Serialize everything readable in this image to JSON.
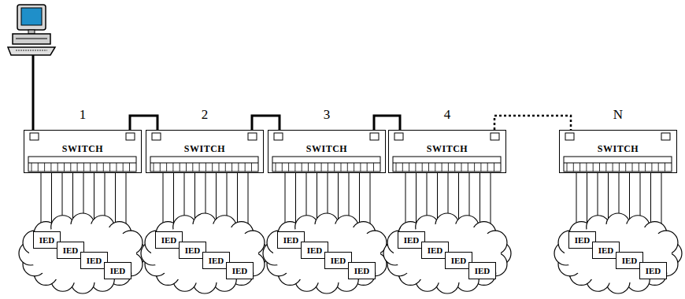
{
  "diagram": {
    "nodes": [
      {
        "text": [
          "1",
          "SWITCH"
        ]
      },
      {
        "text": [
          "2",
          "SWITCH"
        ]
      },
      {
        "text": [
          "3",
          "SWITCH"
        ]
      },
      {
        "text": [
          "4",
          "SWITCH"
        ]
      },
      {
        "text": [
          "N",
          "SWITCH"
        ]
      },
      {
        "text": [
          "IED"
        ]
      },
      {
        "text": [
          "IED"
        ]
      },
      {
        "text": [
          "IED"
        ]
      },
      {
        "text": [
          "IED"
        ]
      },
      {
        "text": [
          "IED"
        ]
      },
      {
        "text": [
          "IED"
        ]
      },
      {
        "text": [
          "IED"
        ]
      },
      {
        "text": [
          "IED"
        ]
      },
      {
        "text": [
          "IED"
        ]
      },
      {
        "text": [
          "IED"
        ]
      },
      {
        "text": [
          "IED"
        ]
      },
      {
        "text": [
          "IED"
        ]
      },
      {
        "text": [
          "IED"
        ]
      },
      {
        "text": [
          "IED"
        ]
      },
      {
        "text": [
          "IED"
        ]
      },
      {
        "text": [
          "IED"
        ]
      },
      {
        "text": [
          "IED"
        ]
      },
      {
        "text": [
          "IED"
        ]
      },
      {
        "text": [
          "IED"
        ]
      },
      {
        "text": [
          "IED"
        ]
      }
    ],
    "edges": [
      {
        "from": 0,
        "to": 1,
        "arrow": "none"
      },
      {
        "from": 1,
        "to": 2,
        "arrow": "none"
      },
      {
        "from": 2,
        "to": 3,
        "arrow": "none"
      },
      {
        "from": 3,
        "to": 4,
        "arrow": "none"
      }
    ]
  }
}
